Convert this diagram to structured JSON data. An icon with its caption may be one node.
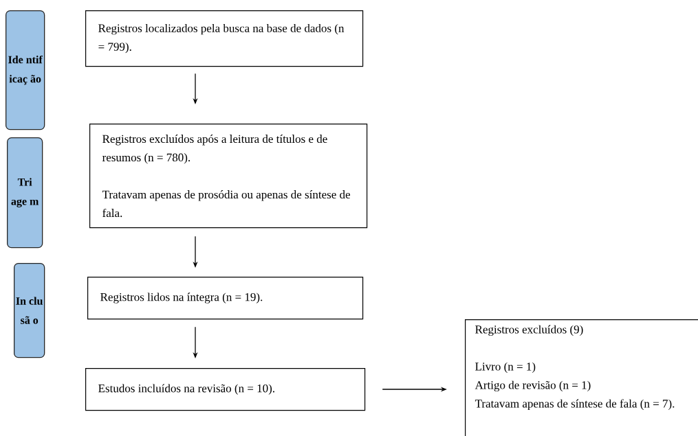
{
  "diagram": {
    "nodes": [
      {
        "text": [
          "Ide ntif icaç ão"
        ]
      },
      {
        "text": [
          "Tri age m"
        ]
      },
      {
        "text": [
          "In clu sã o"
        ]
      },
      {
        "text": [
          "Registros localizados pela busca na base de dados (n = 799)."
        ]
      },
      {
        "text": [
          "Registros excluídos após a leitura de títulos e de resumos (n = 780).",
          "Tratavam apenas de prosódia ou apenas de síntese de fala."
        ]
      },
      {
        "text": [
          "Registros lidos na íntegra (n = 19)."
        ]
      },
      {
        "text": [
          "Estudos incluídos na revisão (n = 10)."
        ]
      },
      {
        "text": [
          "Registros excluídos (9)",
          "Livro (n = 1)",
          "Artigo de revisão (n = 1)",
          "Tratavam apenas de síntese de fala (n = 7)."
        ]
      }
    ],
    "edges": [
      {
        "from": 3,
        "to": 4,
        "arrow": "to"
      },
      {
        "from": 4,
        "to": 5,
        "arrow": "to"
      },
      {
        "from": 5,
        "to": 6,
        "arrow": "to"
      },
      {
        "from": 6,
        "to": 7,
        "arrow": "to"
      }
    ]
  }
}
